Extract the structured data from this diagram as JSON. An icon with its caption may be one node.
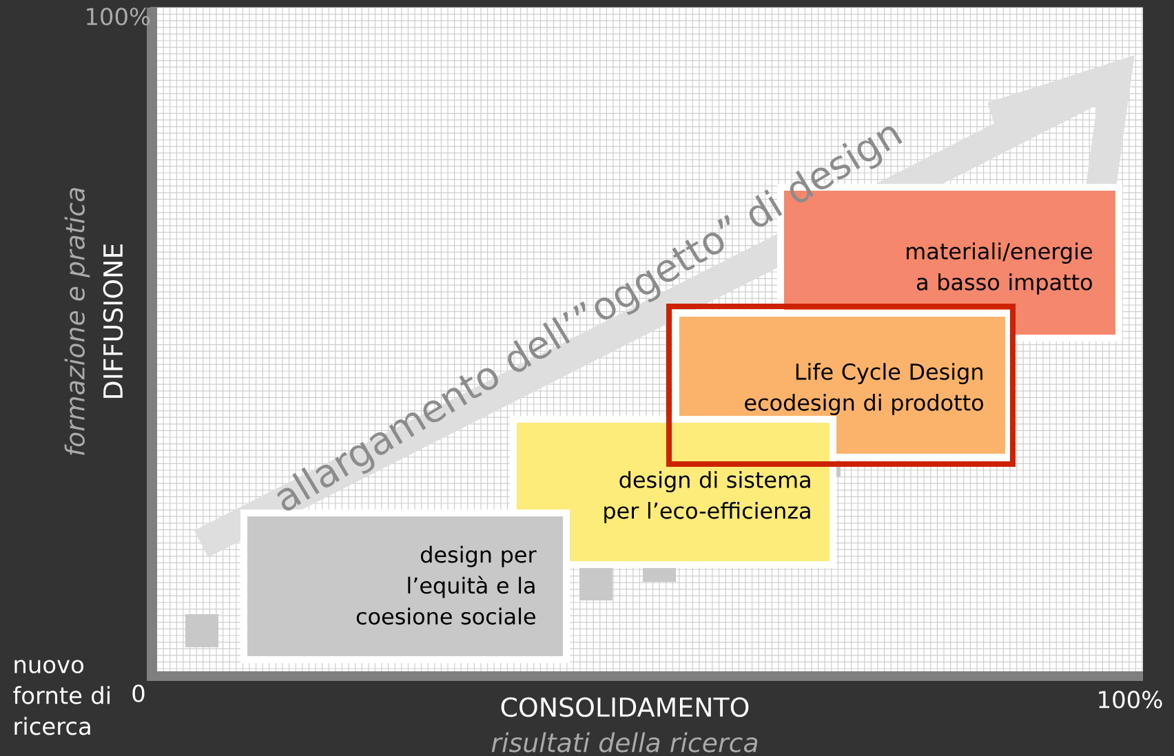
{
  "diagram": {
    "nodes": [
      {
        "text": [
          "materiali/energie a basso impatto"
        ]
      },
      {
        "text": [
          "Life Cycle Design ecodesign di prodotto"
        ]
      },
      {
        "text": [
          "design di sistema per l’eco-efficienza"
        ]
      },
      {
        "text": [
          "design per l’equità e la coesione sociale"
        ]
      }
    ],
    "labels": [
      "100%",
      "allargamento dell’”oggetto” di design",
      "formazione e pratica",
      "DIFFUSIONE",
      "nuovo fornte di ricerca",
      "0",
      "CONSOLIDAMENTO",
      "100%",
      "risultati della ricerca"
    ]
  }
}
